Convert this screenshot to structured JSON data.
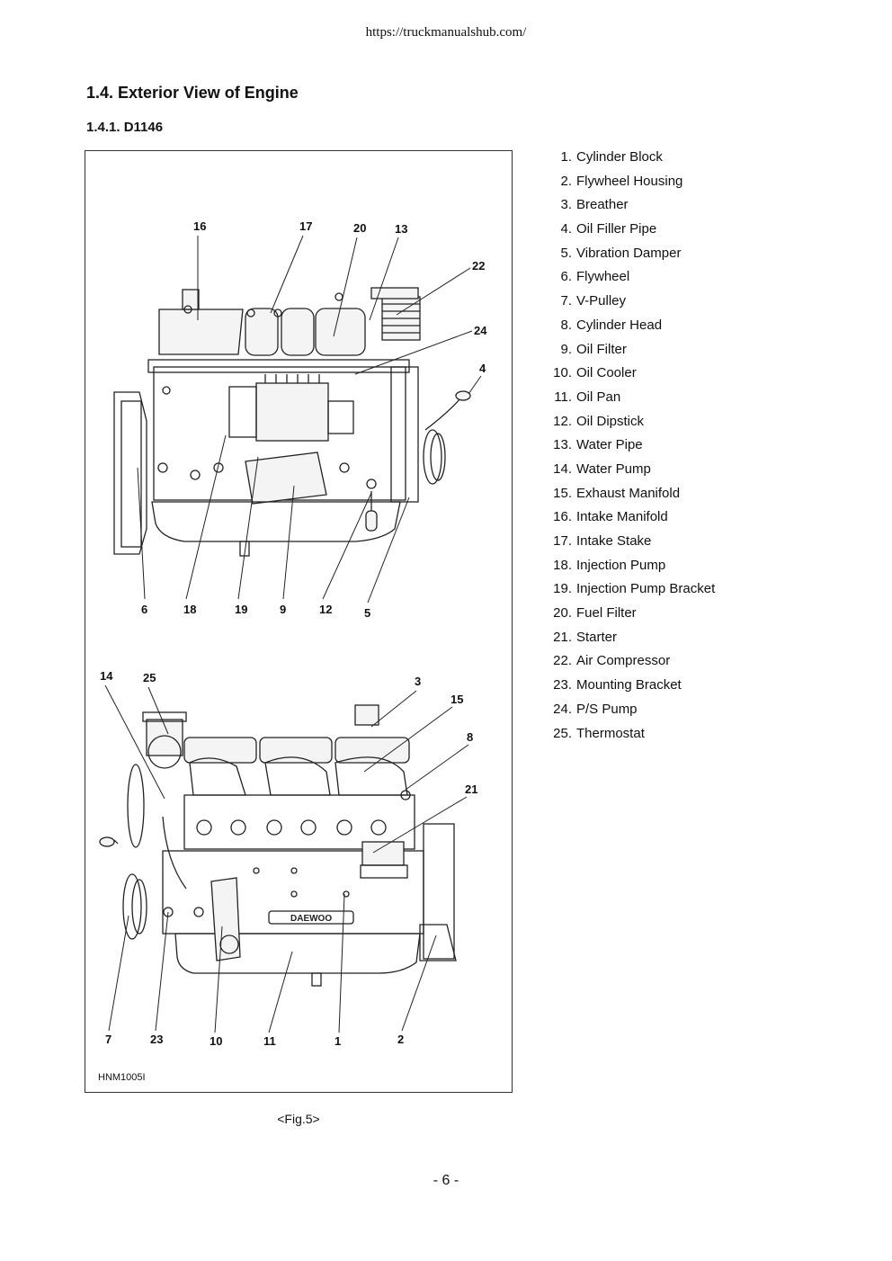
{
  "header": {
    "url": "https://truckmanualshub.com/"
  },
  "section": {
    "title": "1.4. Exterior View of Engine",
    "subtitle": "1.4.1. D1146"
  },
  "figure": {
    "id": "HNM1005I",
    "caption": "<Fig.5>",
    "callouts_top": [
      "16",
      "17",
      "20",
      "13",
      "22",
      "24",
      "4",
      "6",
      "18",
      "19",
      "9",
      "12",
      "5"
    ],
    "callouts_bottom": [
      "14",
      "25",
      "3",
      "15",
      "8",
      "21",
      "7",
      "23",
      "10",
      "11",
      "1",
      "2"
    ],
    "brand_mark": "DAEWOO"
  },
  "legend": [
    {
      "num": "1.",
      "label": "Cylinder Block"
    },
    {
      "num": "2.",
      "label": "Flywheel Housing"
    },
    {
      "num": "3.",
      "label": "Breather"
    },
    {
      "num": "4.",
      "label": "Oil Filler Pipe"
    },
    {
      "num": "5.",
      "label": "Vibration Damper"
    },
    {
      "num": "6.",
      "label": "Flywheel"
    },
    {
      "num": "7.",
      "label": "V-Pulley"
    },
    {
      "num": "8.",
      "label": "Cylinder Head"
    },
    {
      "num": "9.",
      "label": "Oil Filter"
    },
    {
      "num": "10.",
      "label": "Oil Cooler"
    },
    {
      "num": "11.",
      "label": "Oil Pan"
    },
    {
      "num": "12.",
      "label": "Oil Dipstick"
    },
    {
      "num": "13.",
      "label": "Water Pipe"
    },
    {
      "num": "14.",
      "label": "Water Pump"
    },
    {
      "num": "15.",
      "label": "Exhaust Manifold"
    },
    {
      "num": "16.",
      "label": "Intake Manifold"
    },
    {
      "num": "17.",
      "label": "Intake Stake"
    },
    {
      "num": "18.",
      "label": "Injection Pump"
    },
    {
      "num": "19.",
      "label": "Injection Pump Bracket"
    },
    {
      "num": "20.",
      "label": "Fuel Filter"
    },
    {
      "num": "21.",
      "label": "Starter"
    },
    {
      "num": "22.",
      "label": "Air Compressor"
    },
    {
      "num": "23.",
      "label": "Mounting Bracket"
    },
    {
      "num": "24.",
      "label": "P/S Pump"
    },
    {
      "num": "25.",
      "label": "Thermostat"
    }
  ],
  "footer": {
    "page": "- 6 -"
  }
}
